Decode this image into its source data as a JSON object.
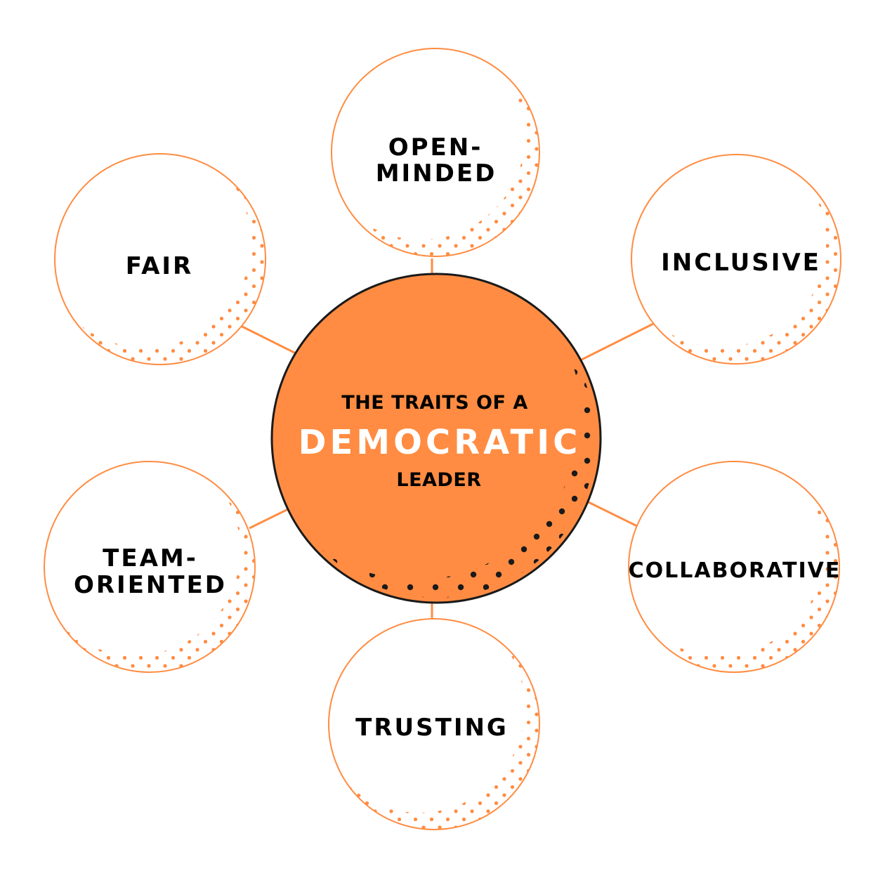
{
  "colors": {
    "accent": "#FF8C42",
    "hub_outline": "#1a1a1a",
    "text": "#000000",
    "hub_title_highlight": "#ffffff",
    "background": "#ffffff"
  },
  "hub": {
    "line1": "THE TRAITS OF A",
    "line2": "DEMOCRATIC",
    "line3": "LEADER"
  },
  "traits": [
    {
      "id": "open-minded",
      "lines": [
        "OPEN-",
        "MINDED"
      ],
      "position": "top"
    },
    {
      "id": "inclusive",
      "lines": [
        "INCLUSIVE"
      ],
      "position": "upper-right"
    },
    {
      "id": "collaborative",
      "lines": [
        "COLLABORATIVE"
      ],
      "position": "lower-right"
    },
    {
      "id": "trusting",
      "lines": [
        "TRUSTING"
      ],
      "position": "bottom"
    },
    {
      "id": "team-oriented",
      "lines": [
        "TEAM-",
        "ORIENTED"
      ],
      "position": "lower-left"
    },
    {
      "id": "fair",
      "lines": [
        "FAIR"
      ],
      "position": "upper-left"
    }
  ]
}
